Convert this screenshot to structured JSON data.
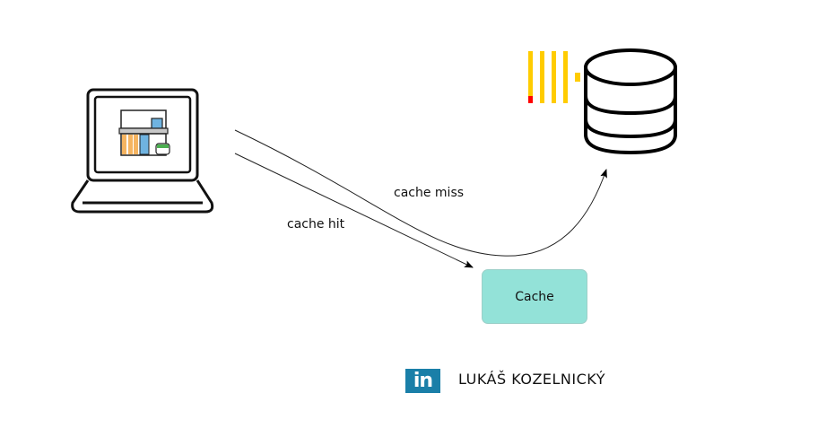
{
  "diagram": {
    "nodes": {
      "client": {
        "label": "",
        "icon": "laptop-icon"
      },
      "database": {
        "label": "",
        "icon": "database-icon"
      },
      "cache": {
        "label": "Cache",
        "color": "#93e2d8"
      }
    },
    "edges": [
      {
        "from": "client",
        "to": "cache",
        "label": "cache hit"
      },
      {
        "from": "client",
        "to": "database",
        "label": "cache miss"
      }
    ]
  },
  "branding": {
    "badge": "in",
    "author": "LUKÁŠ KOZELNICKÝ",
    "badge_color": "#1a7fa8"
  },
  "colors": {
    "load_bars": "#ffcc00",
    "load_alert": "#ff0000",
    "laptop_orange": "#f5b461",
    "laptop_blue": "#6fb3e0",
    "laptop_green": "#4caf50"
  }
}
